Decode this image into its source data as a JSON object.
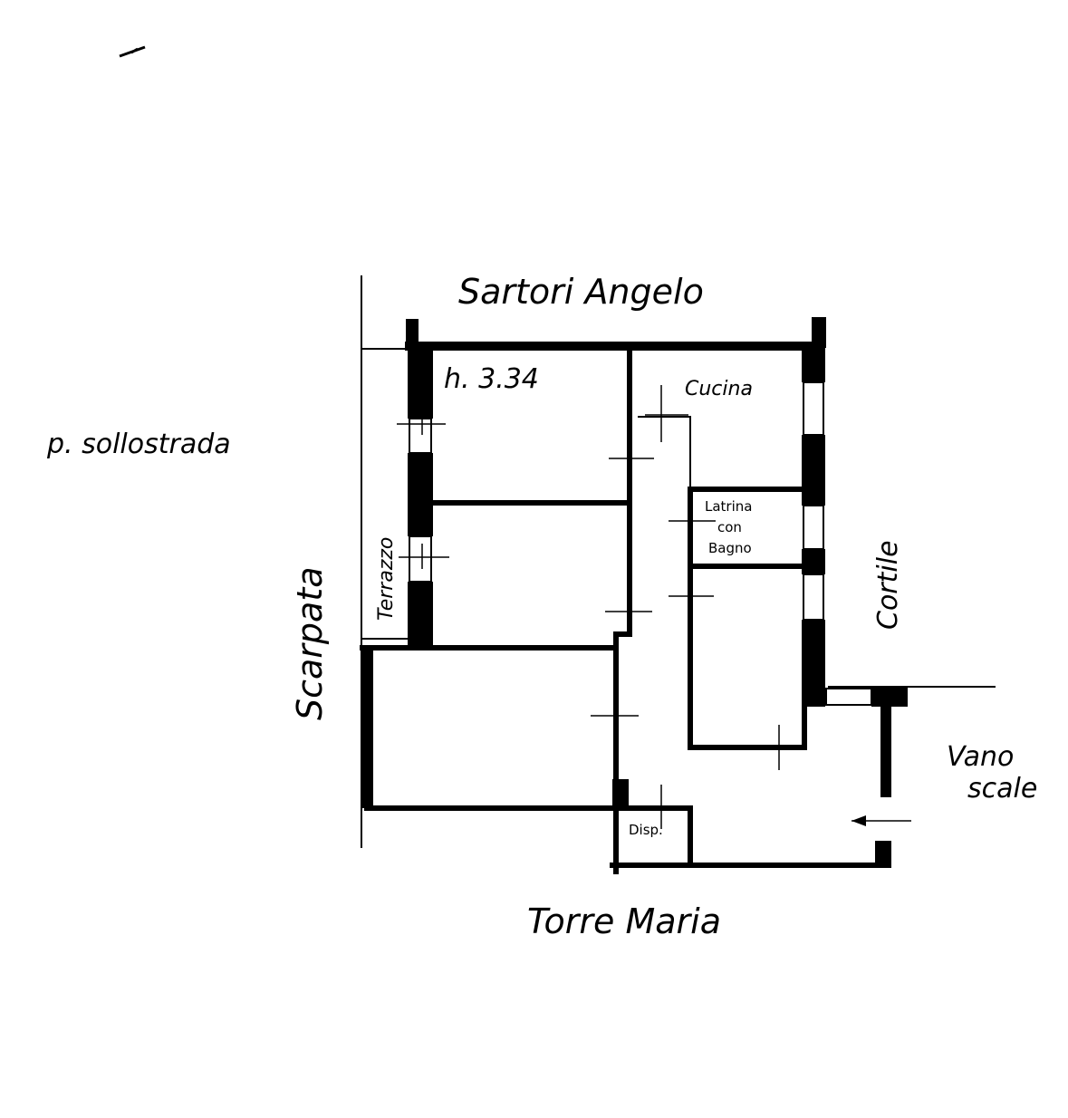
{
  "labels": {
    "north_neighbor": "Sartori Angelo",
    "south_neighbor": "Torre Maria",
    "floor_name": "p. sollostrada",
    "west_side": "Scarpata",
    "terrace": "Terrazzo",
    "east_side": "Cortile",
    "stairwell_line1": "Vano",
    "stairwell_line2": "scale",
    "height": "h. 3.34",
    "kitchen": "Cucina",
    "bathroom_line1": "Latrina",
    "bathroom_line2": "con",
    "bathroom_line3": "Bagno",
    "storage": "Disp."
  }
}
